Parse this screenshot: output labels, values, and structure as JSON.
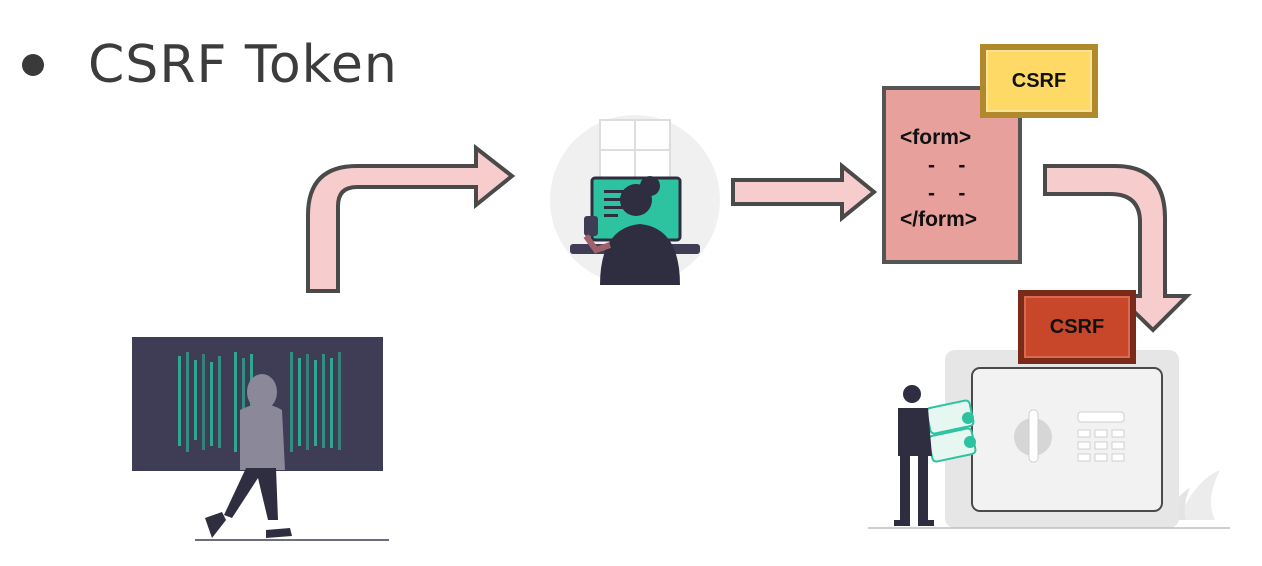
{
  "slide": {
    "title": "CSRF Token"
  },
  "form": {
    "open_tag": "<form>",
    "line1": "-    -",
    "line2": "-    -",
    "close_tag": "</form>"
  },
  "tokens": {
    "top_label": "CSRF",
    "safe_label": "CSRF"
  },
  "colors": {
    "arrow_fill": "#f6cccc",
    "arrow_stroke": "#4a4a4a",
    "form_fill": "#e8a09c",
    "token_yellow": "#ffd966",
    "token_orange": "#c8472a",
    "teal": "#2dc3a0",
    "dark_navy": "#3f3d56"
  },
  "icons": [
    "hacker-illustration",
    "user-at-computer-illustration",
    "person-with-safe-illustration"
  ]
}
